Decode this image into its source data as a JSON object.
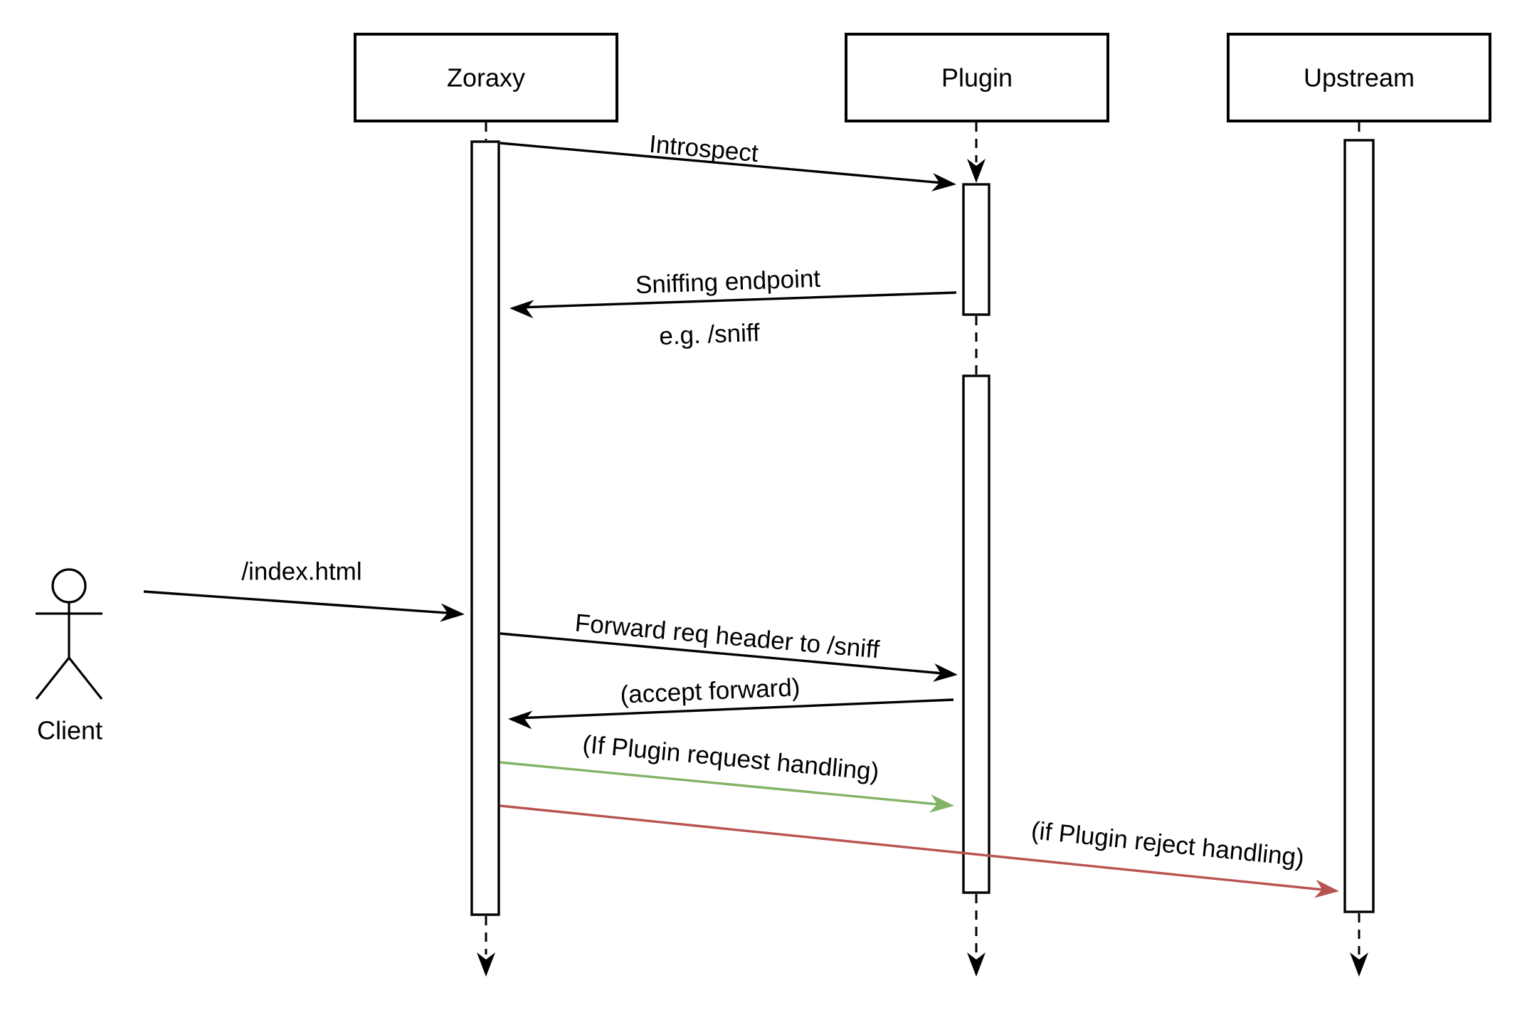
{
  "colors": {
    "background": "#ffffff",
    "line": "#000000",
    "accept_green": "#82b366",
    "reject_red": "#b85450"
  },
  "actor": {
    "label": "Client"
  },
  "lifelines": [
    {
      "label": "Zoraxy"
    },
    {
      "label": "Plugin"
    },
    {
      "label": "Upstream"
    }
  ],
  "messages": [
    {
      "label": "Introspect",
      "from": "Zoraxy",
      "to": "Plugin",
      "color": "#000000"
    },
    {
      "label": "Sniffing endpoint",
      "label2": "e.g. /sniff",
      "from": "Plugin",
      "to": "Zoraxy",
      "color": "#000000"
    },
    {
      "label": "/index.html",
      "from": "Client",
      "to": "Zoraxy",
      "color": "#000000"
    },
    {
      "label": "Forward req header to /sniff",
      "from": "Zoraxy",
      "to": "Plugin",
      "color": "#000000"
    },
    {
      "label": "(accept forward)",
      "from": "Plugin",
      "to": "Zoraxy",
      "color": "#000000"
    },
    {
      "label": "(If Plugin request handling)",
      "from": "Zoraxy",
      "to": "Plugin",
      "color": "#82b366"
    },
    {
      "label": "(if Plugin reject handling)",
      "from": "Zoraxy",
      "to": "Upstream",
      "color": "#b85450"
    }
  ]
}
